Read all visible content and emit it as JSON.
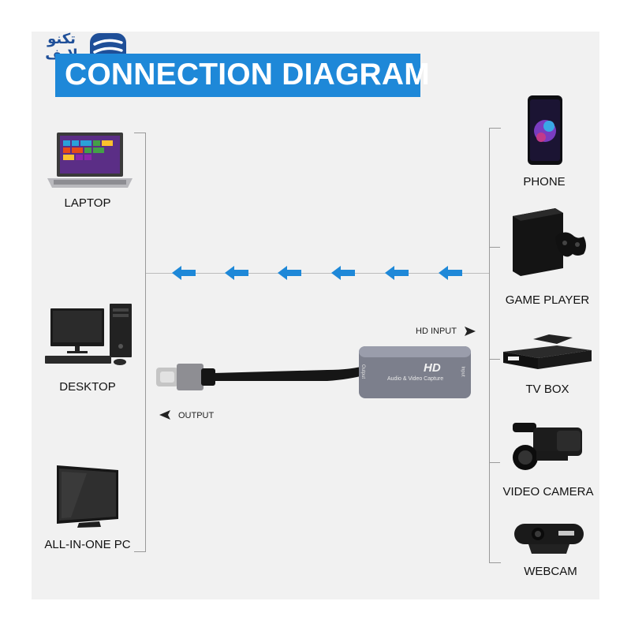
{
  "logo": {
    "text": "تکنو لایف",
    "icon": "tekno-life-logo"
  },
  "title": "CONNECTION DIAGRAM",
  "left_devices": [
    {
      "label": "LAPTOP",
      "icon": "laptop-icon"
    },
    {
      "label": "DESKTOP",
      "icon": "desktop-computer-icon"
    },
    {
      "label": "ALL-IN-ONE PC",
      "icon": "all-in-one-pc-icon"
    }
  ],
  "right_devices": [
    {
      "label": "PHONE",
      "icon": "phone-icon"
    },
    {
      "label": "GAME PLAYER",
      "icon": "game-console-icon"
    },
    {
      "label": "TV BOX",
      "icon": "tv-box-icon"
    },
    {
      "label": "VIDEO CAMERA",
      "icon": "video-camera-icon"
    },
    {
      "label": "WEBCAM",
      "icon": "webcam-icon"
    }
  ],
  "signal_direction": "right-to-left",
  "capture_device": {
    "brand": "HD",
    "subtitle": "Audio & Video Capture",
    "port_output": "Output",
    "port_input": "Input"
  },
  "hd_input_label": "HD INPUT",
  "output_label": "OUTPUT",
  "colors": {
    "accent": "#1e88d8",
    "arrow": "#1e88d8",
    "logo": "#1f4f98"
  }
}
